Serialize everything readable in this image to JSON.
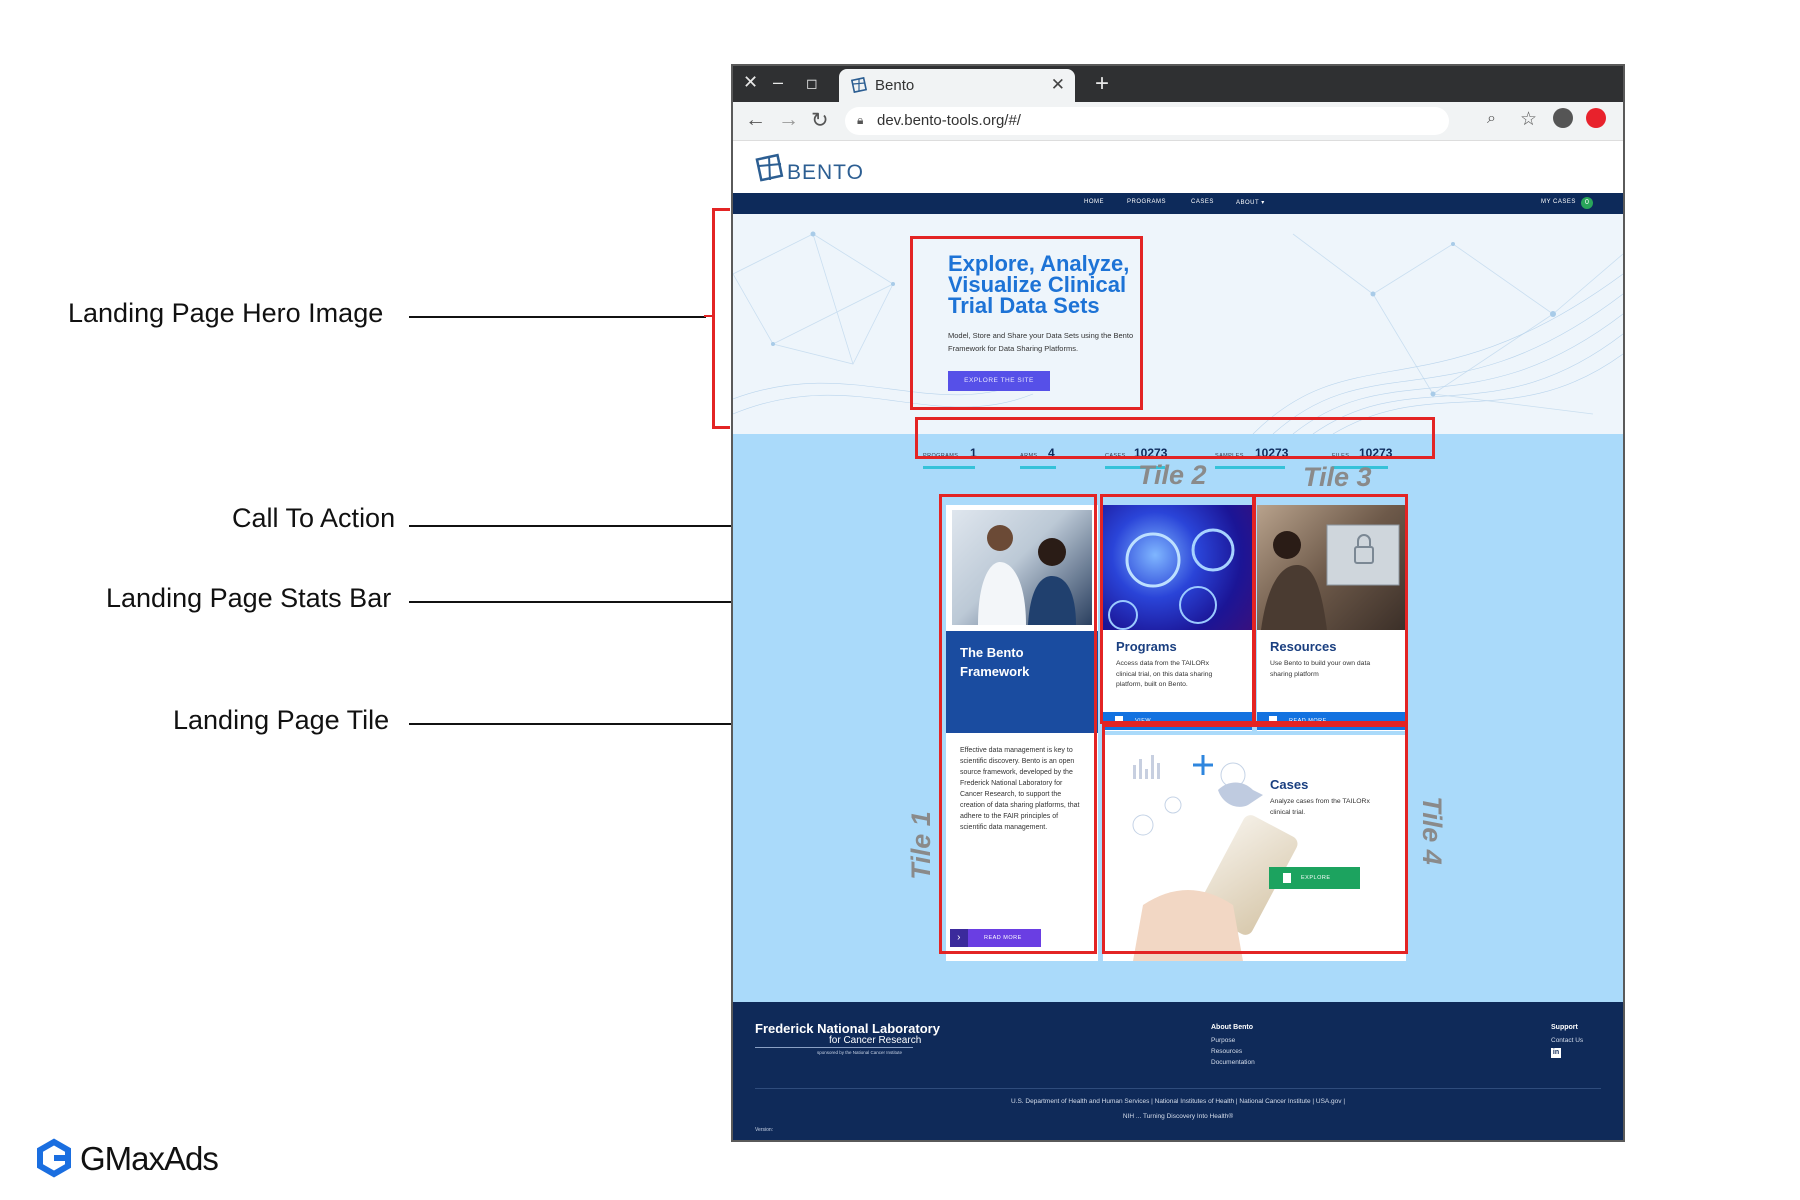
{
  "annotations": {
    "hero_image": "Landing Page Hero Image",
    "call_to_action": "Call To Action",
    "stats_bar": "Landing Page Stats Bar",
    "tile": "Landing Page Tile",
    "tile1": "Tile 1",
    "tile2": "Tile 2",
    "tile3": "Tile 3",
    "tile4": "Tile 4"
  },
  "brand": {
    "name": "GMaxAds",
    "accent": "#1a6ee0"
  },
  "browser": {
    "tab_title": "Bento",
    "url": "dev.bento-tools.org/#/"
  },
  "site": {
    "logo_text": "BENTO",
    "nav": [
      "HOME",
      "PROGRAMS",
      "CASES",
      "ABOUT ▾"
    ],
    "my_cases": "MY CASES",
    "my_cases_count": "0",
    "hero": {
      "title": "Explore, Analyze, Visualize Clinical Trial Data Sets",
      "text": "Model, Store and Share your Data Sets using the Bento Framework for Data Sharing Platforms.",
      "cta": "EXPLORE THE SITE"
    },
    "stats": [
      {
        "label": "PROGRAMS",
        "value": "1"
      },
      {
        "label": "ARMS",
        "value": "4"
      },
      {
        "label": "CASES",
        "value": "10273"
      },
      {
        "label": "SAMPLES",
        "value": "10273"
      },
      {
        "label": "FILES",
        "value": "10273"
      }
    ],
    "tiles": {
      "framework": {
        "title": "The Bento Framework",
        "desc": "Effective data management is key to scientific discovery. Bento is an open source framework, developed by the Frederick National Laboratory for Cancer Research, to support the creation of data sharing platforms, that adhere to the FAIR principles of scientific data management.",
        "button": "READ MORE"
      },
      "programs": {
        "title": "Programs",
        "desc": "Access data from the TAILORx clinical trial, on this data sharing platform, built on Bento.",
        "button": "VIEW"
      },
      "resources": {
        "title": "Resources",
        "desc": "Use Bento to build your own data sharing platform",
        "button": "READ MORE"
      },
      "cases": {
        "title": "Cases",
        "desc": "Analyze cases from the TAILORx clinical trial.",
        "button": "EXPLORE"
      }
    },
    "footer": {
      "org_line1": "Frederick National Laboratory",
      "org_line2": "for Cancer Research",
      "org_line3": "sponsored by the National Cancer Institute",
      "about_heading": "About Bento",
      "about_links": [
        "Purpose",
        "Resources",
        "Documentation"
      ],
      "support_heading": "Support",
      "support_links": [
        "Contact Us"
      ],
      "gov_links": "U.S. Department of Health and Human Services | National Institutes of Health | National Cancer Institute | USA.gov |",
      "tagline": "NIH ... Turning Discovery Into Health®",
      "version": "Version:"
    }
  }
}
